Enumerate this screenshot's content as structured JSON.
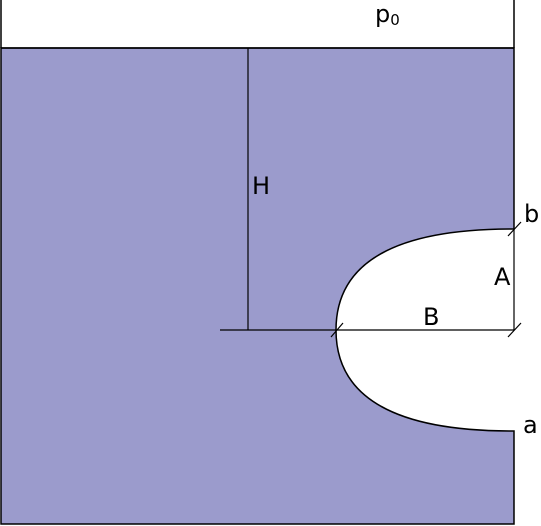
{
  "labels": {
    "pressure": "p",
    "pressure_subscript": "0",
    "depth": "H",
    "half_height": "A",
    "semi_axis": "B",
    "point_top": "b",
    "point_bottom": "a"
  },
  "colors": {
    "fluid": "#9b9bcc",
    "outline": "#000000",
    "background": "#ffffff"
  }
}
